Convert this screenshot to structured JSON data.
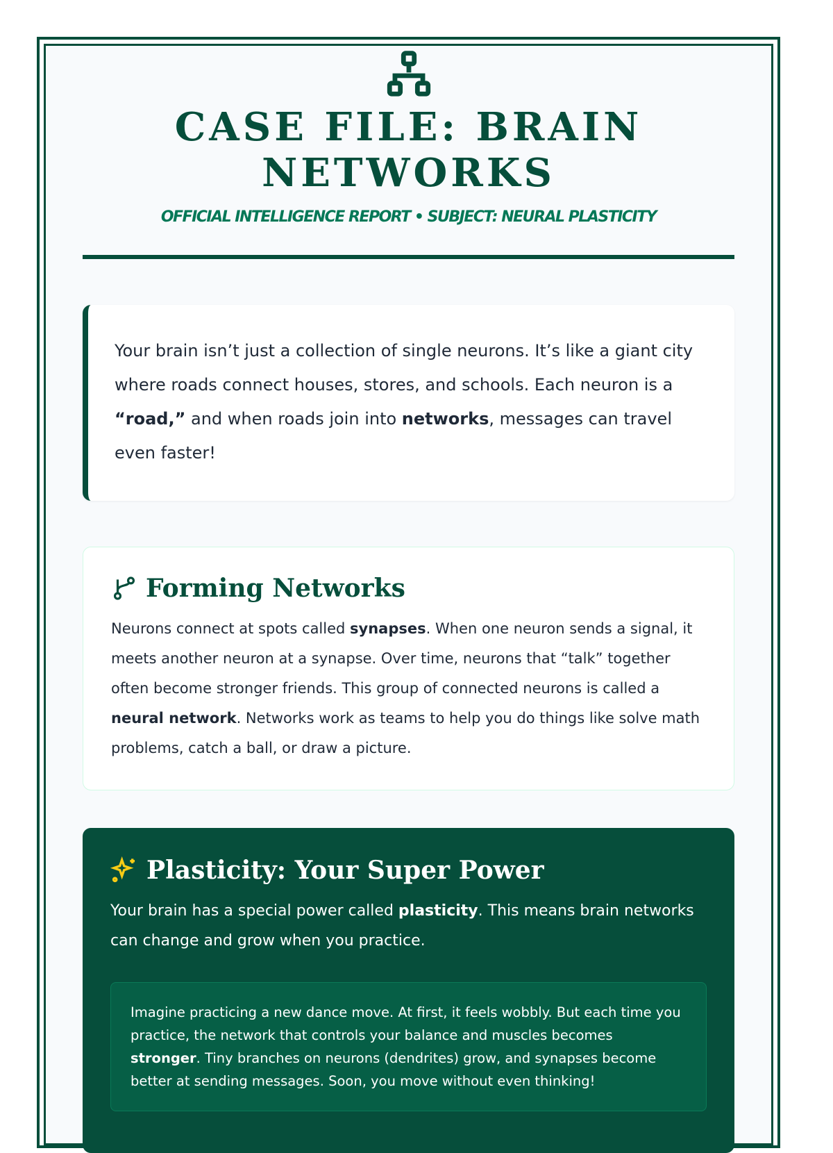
{
  "header": {
    "icon": "sitemap-icon",
    "title": "CASE FILE: BRAIN NETWORKS",
    "subtitle": "OFFICIAL INTELLIGENCE REPORT • SUBJECT: NEURAL PLASTICITY"
  },
  "intro": {
    "t1": "Your brain isn’t just a collection of single neurons. It’s like a giant city where roads connect houses, stores, and schools. Each neuron is a ",
    "b1": "“road,”",
    "t2": " and when roads join into ",
    "b2": "networks",
    "t3": ", messages can travel even faster!"
  },
  "forming": {
    "icon": "git-branch-icon",
    "title": "Forming Networks",
    "t1": "Neurons connect at spots called ",
    "b1": "synapses",
    "t2": ". When one neuron sends a signal, it meets another neuron at a synapse. Over time, neurons that “talk” together often become stronger friends. This group of connected neurons is called a ",
    "b2": "neural network",
    "t3": ". Networks work as teams to help you do things like solve math problems, catch a ball, or draw a picture."
  },
  "plasticity": {
    "icon": "sparkles-icon",
    "title": "Plasticity: Your Super Power",
    "t1": "Your brain has a special power called ",
    "b1": "plasticity",
    "t2": ". This means brain networks can change and grow when you practice.",
    "quote": {
      "t1": "Imagine practicing a new dance move. At first, it feels wobbly. But each time you practice, the network that controls your balance and muscles becomes ",
      "b1": "stronger",
      "t2": ". Tiny branches on neurons (dendrites) grow, and synapses become better at sending messages. Soon, you move without even thinking!"
    }
  },
  "colors": {
    "primary": "#064e3b",
    "accent": "#facc15"
  }
}
